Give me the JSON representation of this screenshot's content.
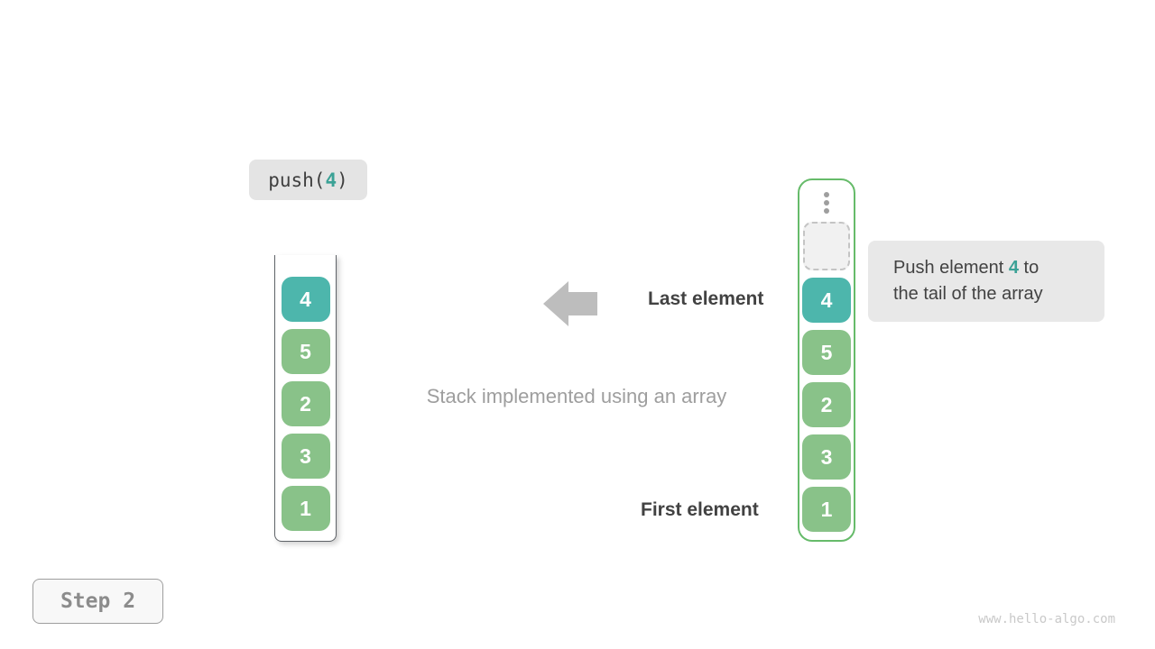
{
  "colors": {
    "teal": "#4DB6AC",
    "green": "#89C289",
    "accent_text": "#3BA296",
    "container_green_border": "#66BB6A",
    "beaker_border": "#5F6368",
    "note_bg": "#E8E8E8",
    "code_bg": "#E4E4E4",
    "arrow_gray": "#BDBDBD",
    "text_dark": "#424242",
    "text_gray": "#9E9E9E",
    "watermark_gray": "#C9C9C9"
  },
  "operation": {
    "prefix": "push(",
    "value": "4",
    "suffix": ")"
  },
  "left_stack": {
    "items": [
      {
        "value": "4",
        "style": "teal"
      },
      {
        "value": "5",
        "style": "green"
      },
      {
        "value": "2",
        "style": "green"
      },
      {
        "value": "3",
        "style": "green"
      },
      {
        "value": "1",
        "style": "green"
      }
    ]
  },
  "right_stack": {
    "has_ellipsis": true,
    "has_empty_slot": true,
    "items": [
      {
        "value": "4",
        "style": "teal"
      },
      {
        "value": "5",
        "style": "green"
      },
      {
        "value": "2",
        "style": "green"
      },
      {
        "value": "3",
        "style": "green"
      },
      {
        "value": "1",
        "style": "green"
      }
    ]
  },
  "labels": {
    "last_element": "Last element",
    "first_element": "First element",
    "caption": "Stack implemented using an array"
  },
  "note": {
    "prefix": "Push element ",
    "value": "4",
    "suffix": " to",
    "line2": "the tail of the array"
  },
  "step": {
    "label": "Step 2"
  },
  "watermark": "www.hello-algo.com"
}
